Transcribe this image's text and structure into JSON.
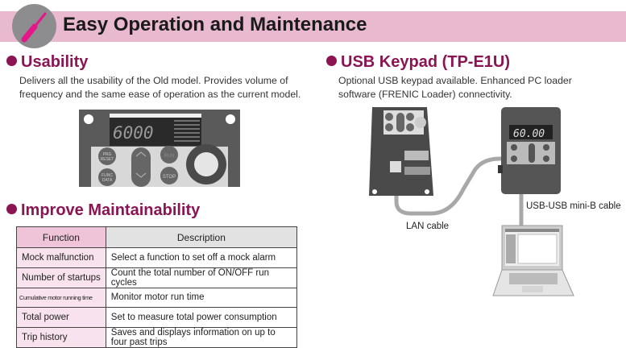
{
  "header": {
    "title": "Easy Operation and Maintenance",
    "icon": "screwdriver-icon"
  },
  "usability": {
    "heading": "Usability",
    "text_lines": [
      "Delivers all the usability of the Old model. Provides volume of",
      "frequency and the same ease of operation as the current model."
    ],
    "keypad": {
      "display": "6000",
      "btn_prg": "PRG",
      "btn_reset": "RESET",
      "btn_func": "FUNC",
      "btn_data": "DATA",
      "btn_run": "RUN",
      "btn_stop": "STOP"
    }
  },
  "maintainability": {
    "heading": "Improve Maintainability",
    "columns": [
      "Function",
      "Description"
    ],
    "rows": [
      [
        "Mock malfunction",
        "Select a function to set off a mock alarm"
      ],
      [
        "Number of startups",
        "Count the total number of ON/OFF run cycles"
      ],
      [
        "Cumulative motor running time",
        "Monitor motor run time"
      ],
      [
        "Total power",
        "Set to measure total power consumption"
      ],
      [
        "Trip history",
        "Saves and displays information on up to four past trips"
      ]
    ]
  },
  "usb_keypad": {
    "heading": "USB Keypad (TP-E1U)",
    "text_lines": [
      "Optional USB keypad available. Enhanced PC loader",
      "software (FRENIC Loader) connectivity."
    ],
    "keypad_display": "60.00",
    "lan_cable_label": "LAN cable",
    "usb_cable_label": "USB-USB mini-B cable"
  },
  "colors": {
    "banner": "#e9b9d0",
    "accent": "#8b1553",
    "icon": "#e6168a"
  }
}
